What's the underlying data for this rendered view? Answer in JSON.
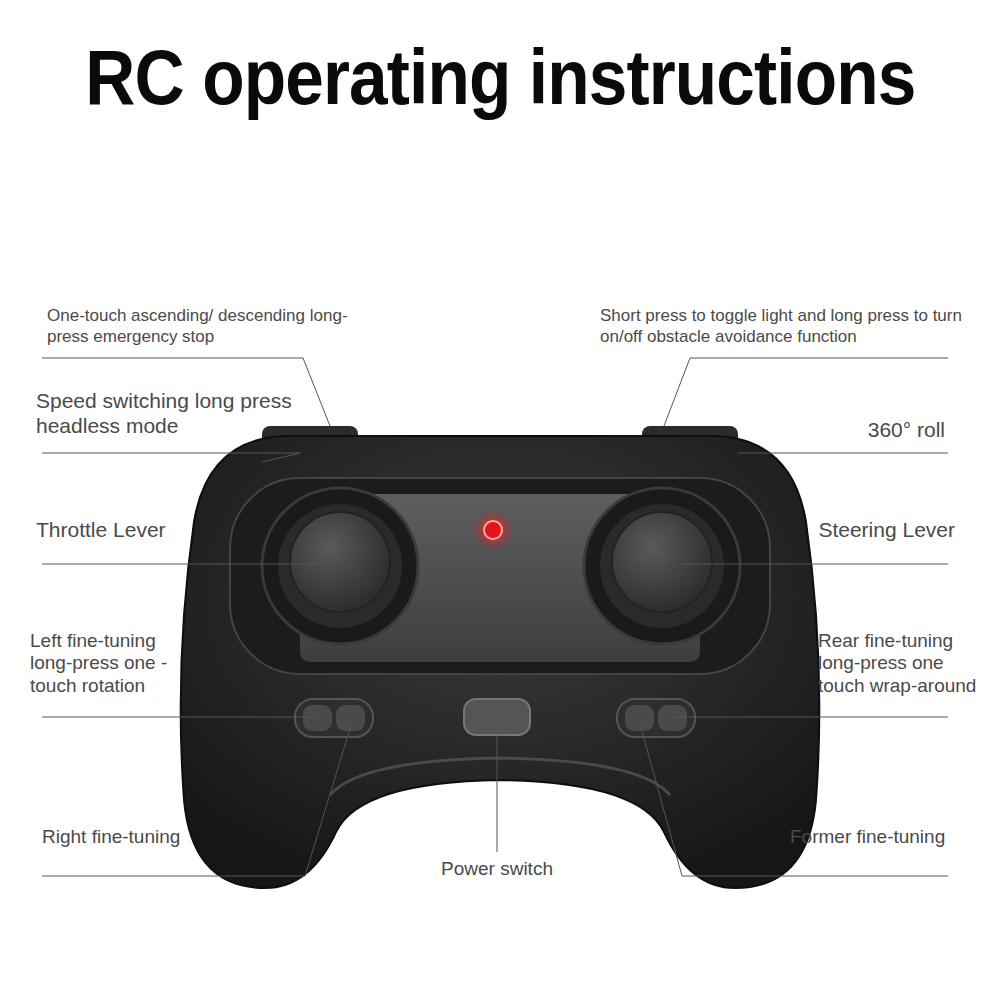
{
  "diagram": {
    "title": "RC operating instructions",
    "labels": [
      "One-touch ascending/ descending long-press emergency stop",
      "Short press to toggle light and long press to turn on/off obstacle avoidance function",
      "Speed switching long press headless mode",
      "360° roll",
      "Throttle Lever",
      "Steering Lever",
      "Left fine-tuning long-press one -touch rotation",
      "Rear fine-tuning long-press one touch wrap-around",
      "Right fine-tuning",
      "Former fine-tuning",
      "Power switch"
    ]
  }
}
